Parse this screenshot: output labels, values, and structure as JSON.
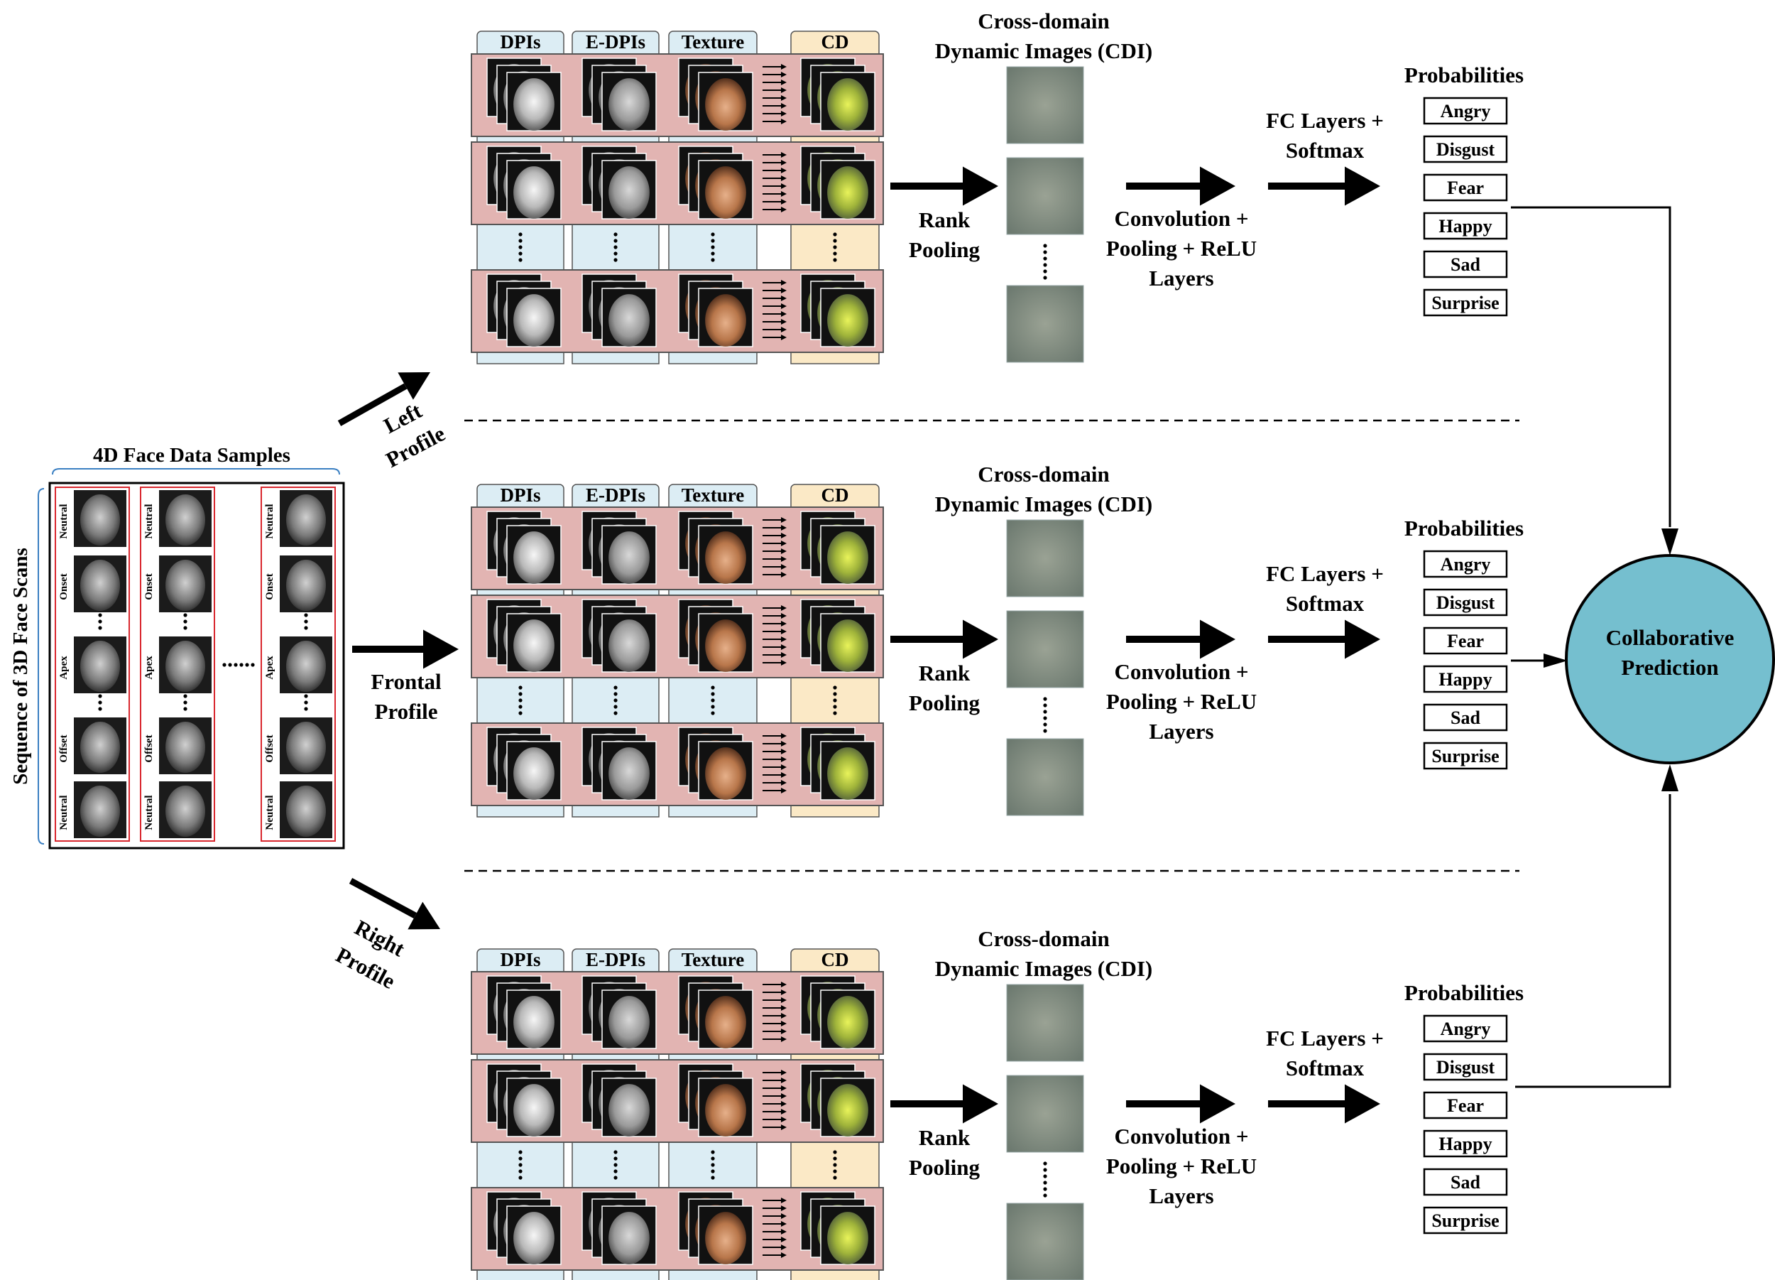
{
  "samples": {
    "title": "4D Face Data Samples",
    "side_label": "Sequence of 3D Face Scans",
    "frame_labels": [
      "Neutral",
      "Onset",
      "Apex",
      "Offset",
      "Neutral"
    ],
    "ellipsis": "......"
  },
  "profiles": [
    {
      "id": "left",
      "label_lines": [
        "Left",
        "Profile"
      ],
      "columns": [
        "DPIs",
        "E-DPIs",
        "Texture",
        "CD"
      ],
      "rank_pooling": [
        "Rank",
        "Pooling"
      ],
      "cdi_title": [
        "Cross-domain",
        "Dynamic Images (CDI)"
      ],
      "conv_lines": [
        "Convolution +",
        "Pooling + ReLU",
        "Layers"
      ],
      "fc_lines": [
        "FC Layers +",
        "Softmax"
      ],
      "prob_title": "Probabilities",
      "classes": [
        "Angry",
        "Disgust",
        "Fear",
        "Happy",
        "Sad",
        "Surprise"
      ]
    },
    {
      "id": "frontal",
      "label_lines": [
        "Frontal",
        "Profile"
      ],
      "columns": [
        "DPIs",
        "E-DPIs",
        "Texture",
        "CD"
      ],
      "rank_pooling": [
        "Rank",
        "Pooling"
      ],
      "cdi_title": [
        "Cross-domain",
        "Dynamic Images (CDI)"
      ],
      "conv_lines": [
        "Convolution +",
        "Pooling + ReLU",
        "Layers"
      ],
      "fc_lines": [
        "FC Layers +",
        "Softmax"
      ],
      "prob_title": "Probabilities",
      "classes": [
        "Angry",
        "Disgust",
        "Fear",
        "Happy",
        "Sad",
        "Surprise"
      ]
    },
    {
      "id": "right",
      "label_lines": [
        "Right",
        "Profile"
      ],
      "columns": [
        "DPIs",
        "E-DPIs",
        "Texture",
        "CD"
      ],
      "rank_pooling": [
        "Rank",
        "Pooling"
      ],
      "cdi_title": [
        "Cross-domain",
        "Dynamic Images (CDI)"
      ],
      "conv_lines": [
        "Convolution +",
        "Pooling + ReLU",
        "Layers"
      ],
      "fc_lines": [
        "FC Layers +",
        "Softmax"
      ],
      "prob_title": "Probabilities",
      "classes": [
        "Angry",
        "Disgust",
        "Fear",
        "Happy",
        "Sad",
        "Surprise"
      ]
    }
  ],
  "collaborative": [
    "Collaborative",
    "Prediction"
  ],
  "colors": {
    "blue_bg": "#dcedf4",
    "pink_bg": "#e2b4b2",
    "cd_bg": "#fbe9c6",
    "circle": "#75bfcf",
    "circle_text": "#0b2f52",
    "cdi_tile": "#7f8a7a"
  },
  "icons": [
    "arrow-icon",
    "face-scan-icon",
    "face-texture-icon",
    "face-cd-icon"
  ]
}
